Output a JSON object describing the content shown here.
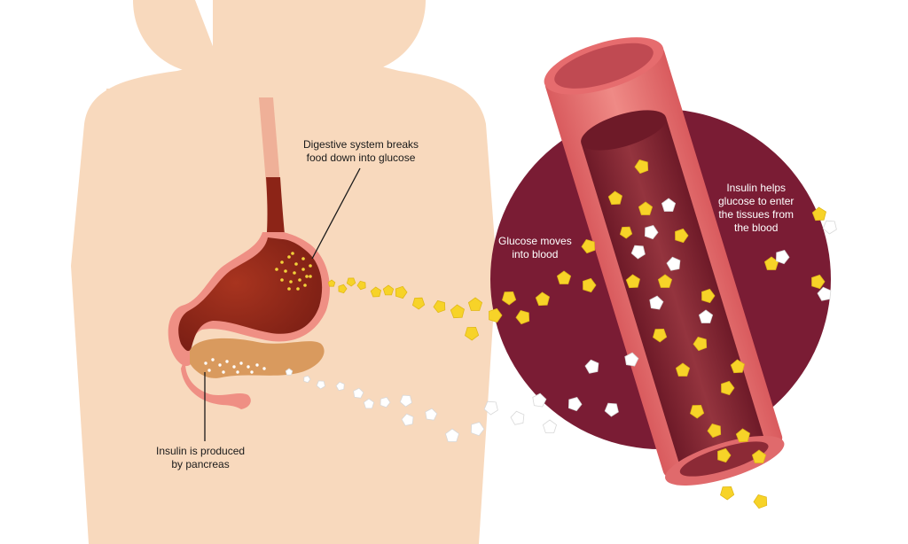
{
  "labels": {
    "digestive": {
      "line1": "Digestive system breaks",
      "line2": "food down into glucose"
    },
    "insulin_produced": {
      "line1": "Insulin is produced",
      "line2": "by pancreas"
    },
    "glucose_moves": {
      "line1": "Glucose moves",
      "line2": "into blood"
    },
    "insulin_helps": {
      "line1": "Insulin helps",
      "line2": "glucose to enter",
      "line3": "the tissues from",
      "line4": "the blood"
    }
  },
  "colors": {
    "skin": "#f8d9bd",
    "stomach": "#9a2a1c",
    "stomach_outline": "#e8877a",
    "pancreas": "#d99a5e",
    "tissue_circle": "#7a1c34",
    "vessel_wall": "#e06a6c",
    "vessel_lumen": "#8c2a36",
    "glucose": "#f7d328",
    "insulin": "#ffffff"
  },
  "icons": {
    "glucose": "yellow-pentagon-icon",
    "insulin": "white-pentagon-icon"
  }
}
